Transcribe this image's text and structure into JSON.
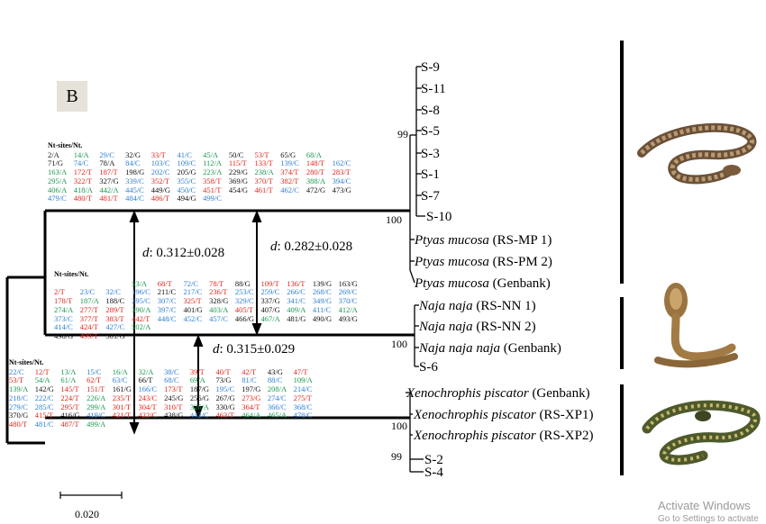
{
  "panel_label": "B",
  "scale_label": "0.020",
  "distances": [
    {
      "symbol": "d",
      "value": ": 0.312±0.028"
    },
    {
      "symbol": "d",
      "value": ": 0.282±0.028"
    },
    {
      "symbol": "d",
      "value": ": 0.315±0.029"
    }
  ],
  "bootstraps": [
    "99",
    "100",
    "100",
    "100",
    "99"
  ],
  "leaves": [
    {
      "name": "S-9",
      "suffix": ""
    },
    {
      "name": "S-11",
      "suffix": ""
    },
    {
      "name": "S-8",
      "suffix": ""
    },
    {
      "name": "S-5",
      "suffix": ""
    },
    {
      "name": "S-3",
      "suffix": ""
    },
    {
      "name": "S-1",
      "suffix": ""
    },
    {
      "name": "S-7",
      "suffix": ""
    },
    {
      "name": "S-10",
      "suffix": ""
    },
    {
      "name": "Ptyas mucosa",
      "suffix": " (RS-MP 1)"
    },
    {
      "name": "Ptyas mucosa",
      "suffix": " (RS-PM 2)"
    },
    {
      "name": "Ptyas mucosa",
      "suffix": " (Genbank)"
    },
    {
      "name": "Naja naja",
      "suffix": " (RS-NN 1)"
    },
    {
      "name": "Naja naja",
      "suffix": " (RS-NN 2)"
    },
    {
      "name": "Naja naja naja",
      "suffix": " (Genbank)"
    },
    {
      "name": "S-6",
      "suffix": ""
    },
    {
      "name": "Xenochrophis piscator",
      "suffix": " (Genbank)"
    },
    {
      "name": "Xenochrophis piscator",
      "suffix": " (RS-XP1)"
    },
    {
      "name": "Xenochrophis piscator",
      "suffix": " (RS-XP2)"
    },
    {
      "name": "S-2",
      "suffix": ""
    },
    {
      "name": "S-4",
      "suffix": ""
    }
  ],
  "tables": [
    {
      "header": "Nt-sites/Nt.",
      "rows": [
        [
          "2/A",
          "14/A",
          "29/C",
          "32/G",
          "33/T",
          "41/C",
          "45/A",
          "50/C",
          "53/T",
          "65/G",
          "68/A"
        ],
        [
          "71/G",
          "74/C",
          "78/A",
          "84/C",
          "103/C",
          "109/C",
          "112/A",
          "115/T",
          "133/T",
          "139/C",
          "148/T",
          "162/C"
        ],
        [
          "163/A",
          "172/T",
          "187/T",
          "198/G",
          "202/C",
          "205/G",
          "223/A",
          "229/G",
          "238/A",
          "374/T",
          "280/T",
          "283/T"
        ],
        [
          "295/A",
          "322/T",
          "327/G",
          "339/C",
          "352/T",
          "355/C",
          "358/T",
          "369/G",
          "370/T",
          "382/T",
          "388/A",
          "394/C"
        ],
        [
          "406/A",
          "418/A",
          "442/A",
          "445/C",
          "449/G",
          "450/C",
          "451/T",
          "454/G",
          "461/T",
          "462/C",
          "472/G",
          "473/G"
        ],
        [
          "479/C",
          "480/T",
          "481/T",
          "484/C",
          "486/T",
          "494/G",
          "499/C"
        ]
      ],
      "colors": [
        [
          "k",
          "g",
          "l",
          "k",
          "r",
          "l",
          "g",
          "k",
          "r",
          "k",
          "g"
        ],
        [
          "k",
          "l",
          "k",
          "l",
          "l",
          "l",
          "g",
          "r",
          "r",
          "l",
          "r",
          "l"
        ],
        [
          "g",
          "r",
          "r",
          "k",
          "l",
          "k",
          "g",
          "k",
          "g",
          "r",
          "r",
          "r"
        ],
        [
          "g",
          "r",
          "k",
          "l",
          "r",
          "l",
          "r",
          "k",
          "r",
          "r",
          "g",
          "l"
        ],
        [
          "g",
          "g",
          "g",
          "l",
          "k",
          "l",
          "r",
          "k",
          "r",
          "l",
          "k",
          "k"
        ],
        [
          "l",
          "r",
          "r",
          "l",
          "r",
          "k",
          "l"
        ]
      ]
    },
    {
      "header": "Nt-sites/Nt.",
      "rows": [
        [
          "",
          "",
          "",
          "53/A",
          "68/T",
          "72/C",
          "78/T",
          "88/G",
          "109/T",
          "136/T",
          "139/G",
          "163/G"
        ],
        [
          "2/T",
          "23/C",
          "32/C",
          "196/C",
          "211/C",
          "217/C",
          "236/T",
          "253/C",
          "259/C",
          "266/C",
          "268/C",
          "269/C"
        ],
        [
          "178/T",
          "187/A",
          "188/C",
          "295/C",
          "307/C",
          "325/T",
          "328/G",
          "329/C",
          "337/G",
          "341/C",
          "349/G",
          "370/C"
        ],
        [
          "274/A",
          "277/T",
          "289/T",
          "390/A",
          "397/C",
          "401/G",
          "403/A",
          "405/T",
          "407/G",
          "409/A",
          "411/C",
          "412/A"
        ],
        [
          "373/C",
          "377/T",
          "383/T",
          "442/T",
          "448/C",
          "452/C",
          "457/C",
          "466/G",
          "467/A",
          "481/G",
          "490/G",
          "493/G"
        ],
        [
          "414/C",
          "424/T",
          "427/C",
          "502/A"
        ],
        [
          "498/G",
          "499/T",
          "501/G"
        ]
      ],
      "colors": [
        [
          "k",
          "k",
          "k",
          "g",
          "r",
          "l",
          "r",
          "k",
          "r",
          "r",
          "k",
          "k"
        ],
        [
          "r",
          "l",
          "l",
          "l",
          "k",
          "l",
          "r",
          "l",
          "l",
          "l",
          "l",
          "l"
        ],
        [
          "r",
          "g",
          "k",
          "l",
          "l",
          "r",
          "k",
          "l",
          "k",
          "l",
          "l",
          "l"
        ],
        [
          "g",
          "r",
          "r",
          "g",
          "l",
          "k",
          "g",
          "r",
          "k",
          "g",
          "l",
          "g"
        ],
        [
          "l",
          "r",
          "r",
          "r",
          "l",
          "l",
          "l",
          "k",
          "g",
          "k",
          "k",
          "k"
        ],
        [
          "l",
          "r",
          "l",
          "g"
        ],
        [
          "k",
          "r",
          "k"
        ]
      ]
    },
    {
      "header": "Nt-sites/Nt.",
      "rows": [
        [
          "22/C",
          "12/T",
          "13/A",
          "15/C",
          "16/A",
          "32/A",
          "38/C",
          "39/T",
          "40/T",
          "42/T",
          "43/G",
          "47/T"
        ],
        [
          "53/T",
          "54/A",
          "61/A",
          "62/T",
          "63/C",
          "66/T",
          "68/C",
          "69/A",
          "73/G",
          "81/C",
          "88/C",
          "109/A"
        ],
        [
          "139/A",
          "142/G",
          "145/T",
          "151/T",
          "161/G",
          "166/C",
          "173/T",
          "187/G",
          "195/C",
          "197/G",
          "208/A",
          "214/C"
        ],
        [
          "218/C",
          "222/C",
          "224/T",
          "226/A",
          "235/T",
          "243/C",
          "245/G",
          "256/G",
          "267/G",
          "273/G",
          "274/C",
          "275/T"
        ],
        [
          "279/C",
          "285/C",
          "295/T",
          "299/A",
          "301/T",
          "304/T",
          "310/T",
          "326/A",
          "330/G",
          "364/T",
          "366/C",
          "368/C"
        ],
        [
          "370/G",
          "415/T",
          "416/G",
          "419/C",
          "421/T",
          "422/C",
          "438/G",
          "442/C",
          "463/T",
          "464/A",
          "465/A",
          "478/C"
        ],
        [
          "480/T",
          "481/C",
          "487/T",
          "499/A"
        ]
      ],
      "colors": [
        [
          "l",
          "r",
          "g",
          "l",
          "g",
          "g",
          "l",
          "r",
          "r",
          "r",
          "k",
          "r"
        ],
        [
          "r",
          "g",
          "g",
          "r",
          "l",
          "k",
          "l",
          "g",
          "k",
          "l",
          "l",
          "g"
        ],
        [
          "g",
          "k",
          "r",
          "r",
          "k",
          "l",
          "r",
          "k",
          "l",
          "k",
          "g",
          "l"
        ],
        [
          "l",
          "l",
          "r",
          "g",
          "r",
          "r",
          "k",
          "k",
          "k",
          "r",
          "l",
          "r"
        ],
        [
          "l",
          "l",
          "r",
          "g",
          "r",
          "r",
          "r",
          "g",
          "k",
          "r",
          "l",
          "l"
        ],
        [
          "k",
          "r",
          "k",
          "l",
          "r",
          "r",
          "k",
          "l",
          "r",
          "g",
          "g",
          "l"
        ],
        [
          "r",
          "l",
          "r",
          "g"
        ]
      ]
    }
  ],
  "image_descriptions": [
    "rat-snake-photo",
    "cobra-photo",
    "checkered-keelback-photo"
  ],
  "watermark": {
    "line1": "Activate Windows",
    "line2": "Go to Settings to activate"
  }
}
